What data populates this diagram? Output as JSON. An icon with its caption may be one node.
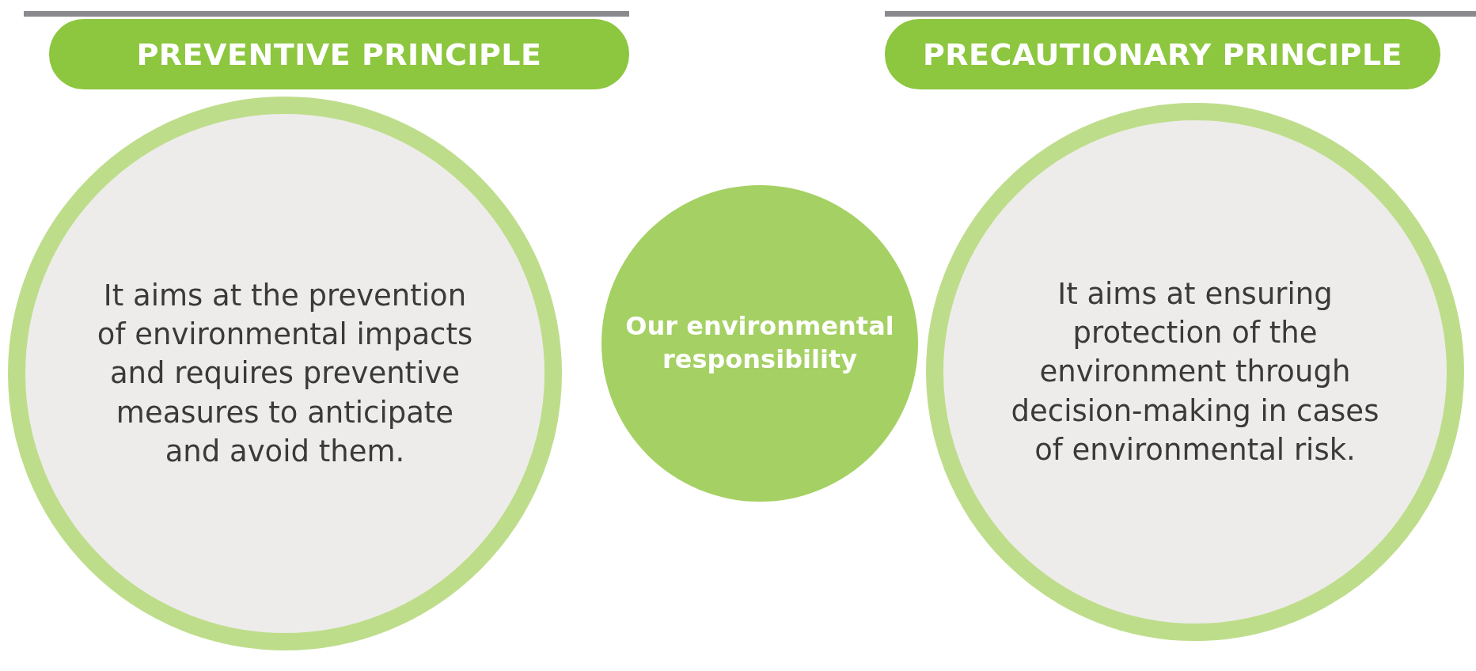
{
  "diagram": {
    "nodes": [
      {
        "text": [
          "PREVENTIVE PRINCIPLE"
        ]
      },
      {
        "text": [
          "It aims at the prevention of environmental impacts and requires preventive measures to anticipate and avoid them."
        ]
      },
      {
        "text": [
          "Our environmental responsibility"
        ]
      },
      {
        "text": [
          "PRECAUTIONARY PRINCIPLE"
        ]
      },
      {
        "text": [
          "It aims at ensuring protection of the environment through decision-making in cases of environmental risk."
        ]
      }
    ]
  }
}
